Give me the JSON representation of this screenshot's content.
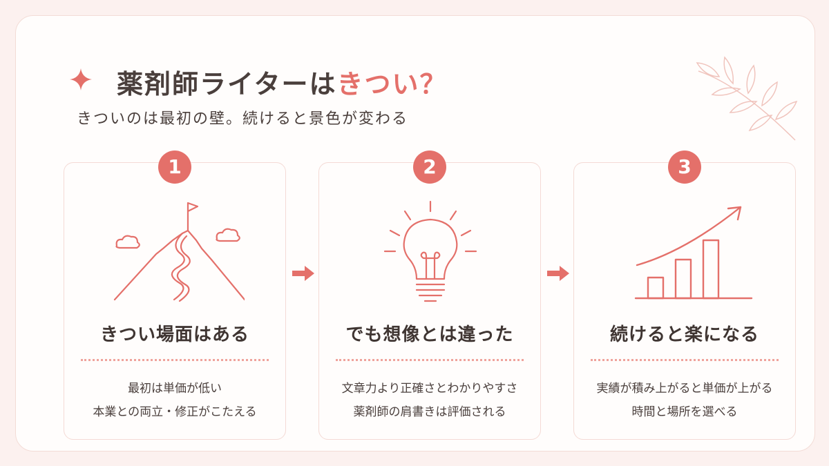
{
  "header": {
    "title_main": "薬剤師ライターは",
    "title_accent": "きつい？",
    "subtitle": "きついのは最初の壁。続けると景色が変わる"
  },
  "steps": [
    {
      "number": "1",
      "icon": "mountain-flag-icon",
      "title": "きつい場面はある",
      "lines": [
        "最初は単価が低い",
        "本業との両立・修正がこたえる"
      ]
    },
    {
      "number": "2",
      "icon": "lightbulb-icon",
      "title": "でも想像とは違った",
      "lines": [
        "文章力より正確さとわかりやすさ",
        "薬剤師の肩書きは評価される"
      ]
    },
    {
      "number": "3",
      "icon": "growth-chart-icon",
      "title": "続けると楽になる",
      "lines": [
        "実績が積み上がると単価が上がる",
        "時間と場所を選べる"
      ]
    }
  ],
  "colors": {
    "accent": "#e4706a",
    "text": "#4a3f3c",
    "background": "#fcf1ef",
    "card_border": "#f4dad5"
  }
}
